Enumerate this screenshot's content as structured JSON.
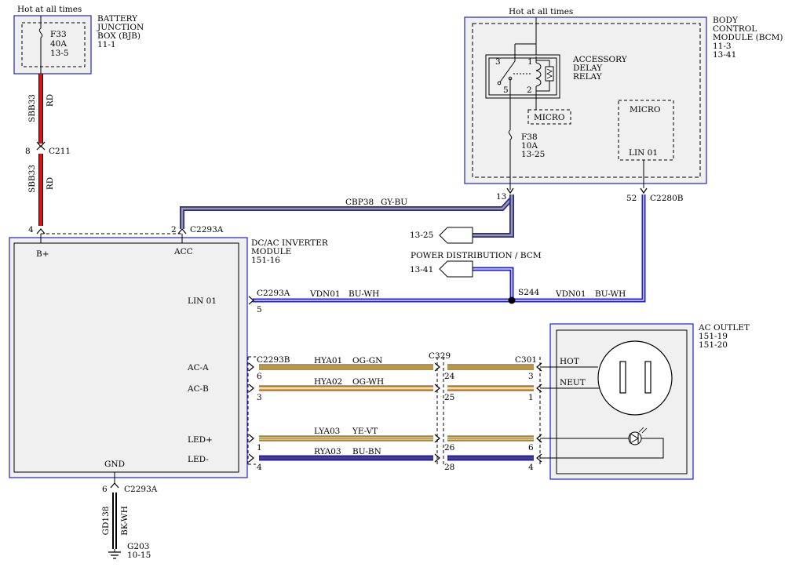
{
  "bjb": {
    "hot_label": "Hot at all times",
    "title_l1": "BATTERY",
    "title_l2": "JUNCTION",
    "title_l3": "BOX (BJB)",
    "ref": "11-1",
    "fuse_id": "F33",
    "fuse_amp": "40A",
    "fuse_ref": "13-5"
  },
  "wire_sbb33": {
    "circuit": "SBB33",
    "color": "RD",
    "c211_pin": "8",
    "c211_name": "C211",
    "c2293a_pin": "4"
  },
  "inverter": {
    "title_l1": "DC/AC INVERTER",
    "title_l2": "MODULE",
    "ref": "151-16",
    "pin_bplus": "B+",
    "pin_acc": "ACC",
    "pin_lin": "LIN 01",
    "pin_aca": "AC-A",
    "pin_acb": "AC-B",
    "pin_ledp": "LED+",
    "pin_ledm": "LED-",
    "pin_gnd": "GND",
    "acc_pin_num": "2",
    "acc_conn": "C2293A"
  },
  "bcm": {
    "hot_label": "Hot at all times",
    "title_l1": "BODY",
    "title_l2": "CONTROL",
    "title_l3": "MODULE (BCM)",
    "ref1": "11-3",
    "ref2": "13-41",
    "relay_l1": "ACCESSORY",
    "relay_l2": "DELAY",
    "relay_l3": "RELAY",
    "relay_pin3": "3",
    "relay_pin1": "1",
    "relay_pin5": "5",
    "relay_pin2": "2",
    "micro1": "MICRO",
    "micro2": "MICRO",
    "lin_label": "LIN 01",
    "fuse_id": "F38",
    "fuse_amp": "10A",
    "fuse_ref": "13-25",
    "pin13": "13",
    "pin52": "52",
    "conn_c2280b": "C2280B"
  },
  "wires": {
    "cbp38_circuit": "CBP38",
    "cbp38_color": "GY-BU",
    "ref_1325": "13-25",
    "power_dist": "POWER DISTRIBUTION / BCM",
    "ref_1341": "13-41",
    "lin_conn": "C2293A",
    "lin_pin": "5",
    "vdn01_a_circuit": "VDN01",
    "vdn01_a_color": "BU-WH",
    "s244": "S244",
    "vdn01_b_circuit": "VDN01",
    "vdn01_b_color": "BU-WH",
    "c2293b": "C2293B",
    "c329": "C329",
    "c301": "C301",
    "hya01_circuit": "HYA01",
    "hya01_color": "OG-GN",
    "hya02_circuit": "HYA02",
    "hya02_color": "OG-WH",
    "lya03_circuit": "LYA03",
    "lya03_color": "YE-VT",
    "rya03_circuit": "RYA03",
    "rya03_color": "BU-BN",
    "aca_pin_left": "6",
    "aca_pin_mid": "24",
    "aca_pin_right": "3",
    "acb_pin_left": "3",
    "acb_pin_mid": "25",
    "acb_pin_right": "1",
    "ledp_pin_left": "1",
    "ledp_pin_mid": "26",
    "ledp_pin_right": "6",
    "ledm_pin_left": "4",
    "ledm_pin_mid": "28",
    "ledm_pin_right": "4"
  },
  "outlet": {
    "title": "AC OUTLET",
    "ref1": "151-19",
    "ref2": "151-20",
    "hot": "HOT",
    "neut": "NEUT"
  },
  "ground": {
    "pin": "6",
    "conn": "C2293A",
    "circuit": "GD138",
    "color": "BK-WH",
    "name": "G203",
    "ref": "10-15"
  },
  "colors": {
    "module_border": "#3333cc",
    "module_fill": "#f0f0f0",
    "wire_red": "#dd1111",
    "wire_blue": "#2222cc",
    "wire_gray": "#9a9a9a",
    "wire_orange": "#f0a030",
    "wire_green": "#7aa050",
    "wire_yellow": "#e8c840",
    "wire_navy": "#2a2a99"
  }
}
